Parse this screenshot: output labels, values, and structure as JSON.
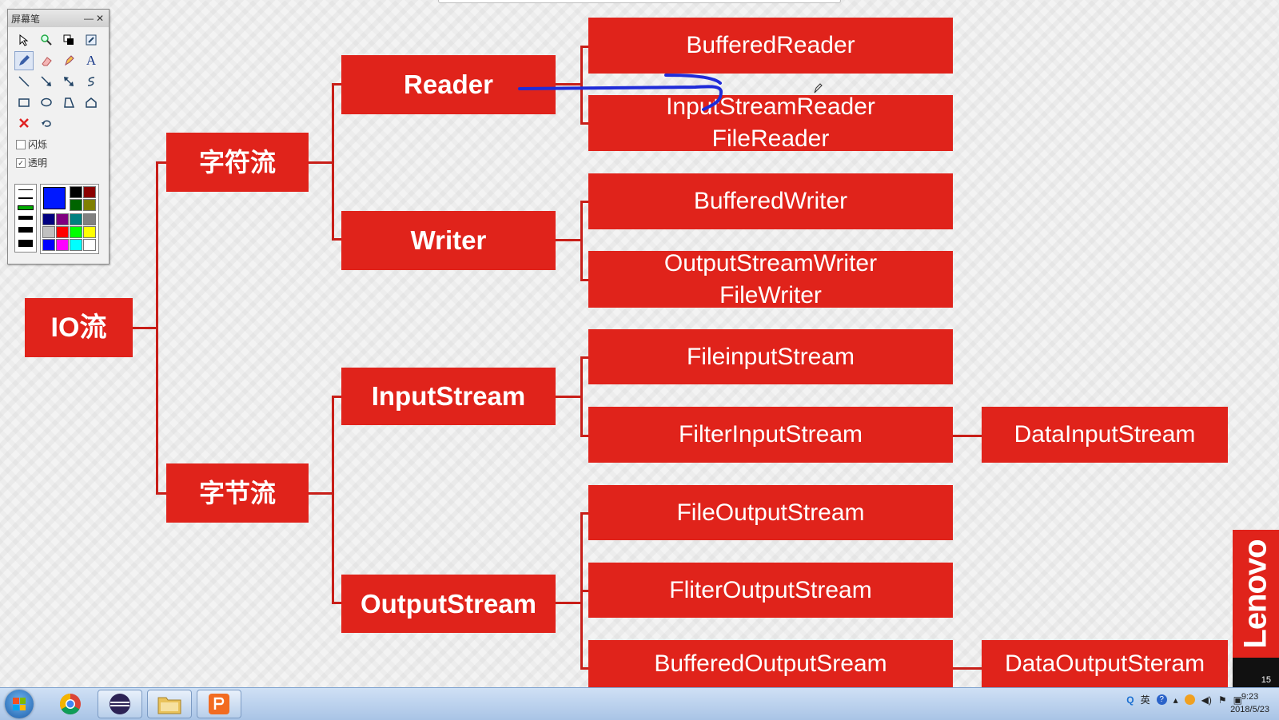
{
  "diagram": {
    "root": "IO流",
    "level1": [
      "字符流",
      "字节流"
    ],
    "level2": [
      "Reader",
      "Writer",
      "InputStream",
      "OutputStream"
    ],
    "reader_children": [
      "BufferedReader",
      "InputStreamReader\nFileReader"
    ],
    "writer_children": [
      "BufferedWriter",
      "OutputStreamWriter\nFileWriter"
    ],
    "inputstream_children": [
      "FileinputStream",
      "FilterInputStream"
    ],
    "outputstream_children": [
      "FileOutputStream",
      "FliterOutputStream",
      "BufferedOutputSream"
    ],
    "filter_input_extra": "DataInputStream",
    "buffered_output_extra": "DataOutputSteram",
    "box_color": "#e0231b",
    "annotation_color": "#1f2bd8"
  },
  "pen_toolbar": {
    "title": "屏幕笔",
    "flash_label": "闪烁",
    "transparent_label": "透明",
    "flash_checked": false,
    "transparent_checked": true,
    "current_color": "#0018ff",
    "palette": [
      "#000000",
      "#8b0000",
      "#006400",
      "#808000",
      "#000080",
      "#800080",
      "#008080",
      "#808080",
      "#c0c0c0",
      "#ff0000",
      "#00ff00",
      "#ffff00",
      "#0000ff",
      "#ff00ff",
      "#00ffff",
      "#ffffff"
    ]
  },
  "brand": {
    "logo_text": "Lenovo",
    "page_number": "15"
  },
  "taskbar": {
    "ime_label": "英",
    "time": "9:23",
    "date": "2018/5/23"
  }
}
